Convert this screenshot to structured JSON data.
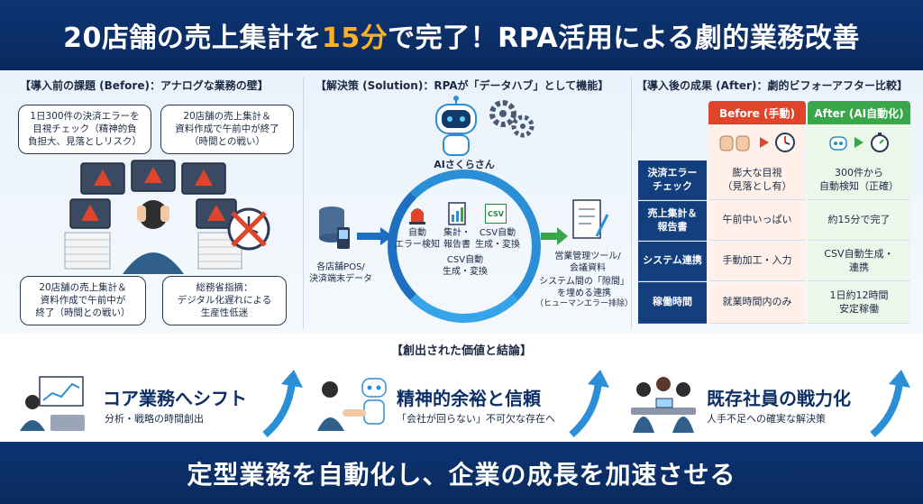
{
  "header": {
    "title_pre": "20店舗の売上集計を",
    "title_highlight": "15分",
    "title_post": "で完了！RPA活用による劇的業務改善"
  },
  "before": {
    "label": "【導入前の課題 (Before)：アナログな業務の壁】",
    "bubble1": [
      "1日300件の決済エラーを",
      "目視チェック（精神的負",
      "負担大、見落としリスク）"
    ],
    "bubble2": [
      "20店舗の売上集計＆",
      "資料作成で午前中が終了",
      "（時間との戦い）"
    ],
    "bubble3": [
      "20店舗の売上集計＆",
      "資料作成で午前中が",
      "終了（時間との戦い）"
    ],
    "bubble4": [
      "総務省指摘：",
      "デジタル化遅れによる",
      "生産性低迷"
    ]
  },
  "solution": {
    "label": "【解決策 (Solution)：RPAが「データハブ」として機能】",
    "robot_name": "AIさくらさん",
    "input_label": [
      "各店舗POS/",
      "決済端末データ"
    ],
    "func1": [
      "自動",
      "エラー検知"
    ],
    "func2": [
      "集計・",
      "報告書"
    ],
    "func3": [
      "CSV自動",
      "生成・変換"
    ],
    "func4": [
      "CSV自動",
      "生成・変換"
    ],
    "csv_badge": "CSV",
    "output_label": [
      "営業管理ツール/",
      "会議資料"
    ],
    "link_label": [
      "システム間の「隙間」",
      "を埋める連携",
      "（ヒューマンエラー排除）"
    ]
  },
  "after": {
    "label": "【導入後の成果 (After)：劇的ビフォーアフター比較】",
    "before_head": "Before (手動)",
    "after_head": "After (AI自動化)",
    "rows": [
      {
        "label": [
          "決済エラー",
          "チェック"
        ],
        "before": [
          "膨大な目視",
          "（見落とし有）"
        ],
        "after": [
          "300件から",
          "自動検知（正確）"
        ]
      },
      {
        "label": [
          "売上集計＆",
          "報告書"
        ],
        "before": [
          "午前中いっぱい"
        ],
        "after": [
          "約15分で完了"
        ]
      },
      {
        "label": [
          "システム連携"
        ],
        "before": [
          "手動加工・入力"
        ],
        "after": [
          "CSV自動生成・",
          "連携"
        ]
      },
      {
        "label": [
          "稼働時間"
        ],
        "before": [
          "就業時間内のみ"
        ],
        "after": [
          "1日約12時間",
          "安定稼働"
        ]
      }
    ]
  },
  "value": {
    "title": "【創出された価値と結論】",
    "items": [
      {
        "head": "コア業務へシフト",
        "sub": "分析・戦略の時間創出"
      },
      {
        "head": "精神的余裕と信頼",
        "sub": "「会社が回らない」不可欠な存在へ"
      },
      {
        "head": "既存社員の戦力化",
        "sub": "人手不足への確実な解決策"
      }
    ]
  },
  "footer": {
    "text": "定型業務を自動化し、企業の成長を加速させる"
  },
  "colors": {
    "navy": "#0b2a5c",
    "accent": "#ffb020",
    "before_red": "#e0452c",
    "after_green": "#3aa64a",
    "blue": "#2a8fd6"
  }
}
